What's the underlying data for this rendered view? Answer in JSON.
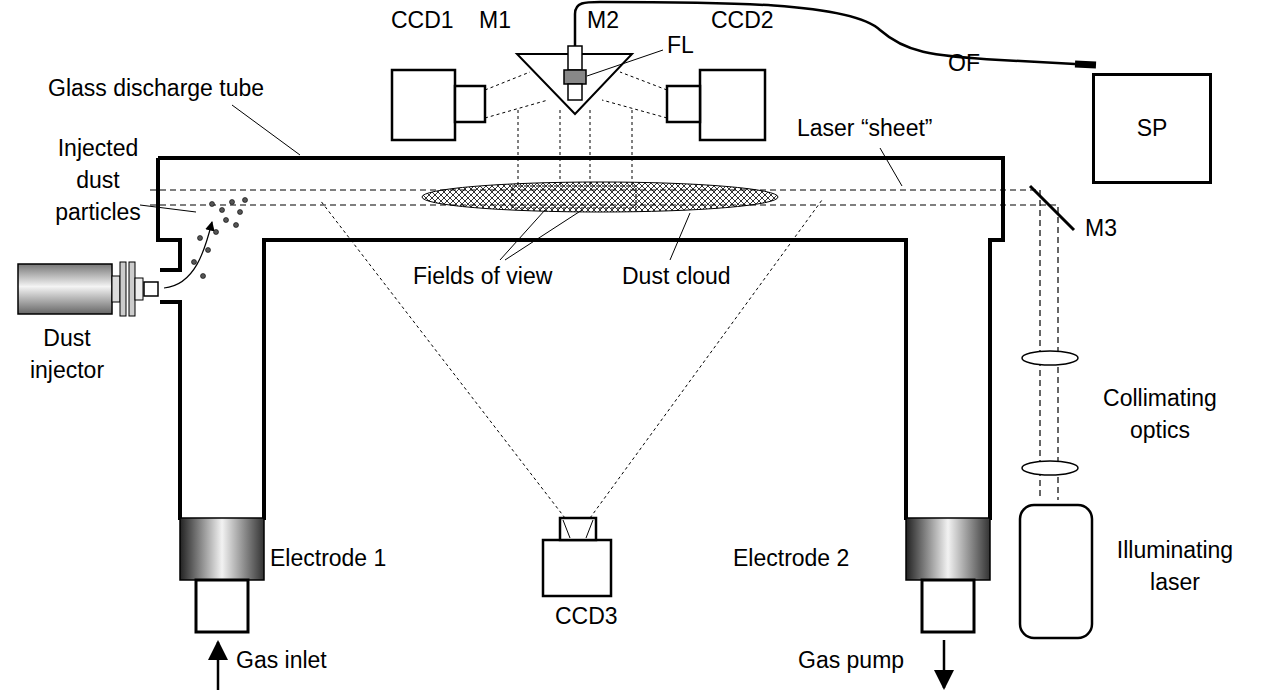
{
  "diagram": {
    "nodes": [
      {
        "text": [
          "SP"
        ]
      }
    ],
    "labels": [
      "CCD1",
      "M1",
      "M2",
      "FL",
      "CCD2",
      "OF",
      "Glass discharge tube",
      "Laser “sheet”",
      "Injected dust particles",
      "Fields of view",
      "Dust cloud",
      "M3",
      "Dust injector",
      "Collimating optics",
      "Illuminating laser",
      "Electrode 1",
      "Electrode 2",
      "CCD3",
      "Gas inlet",
      "Gas pump"
    ]
  }
}
